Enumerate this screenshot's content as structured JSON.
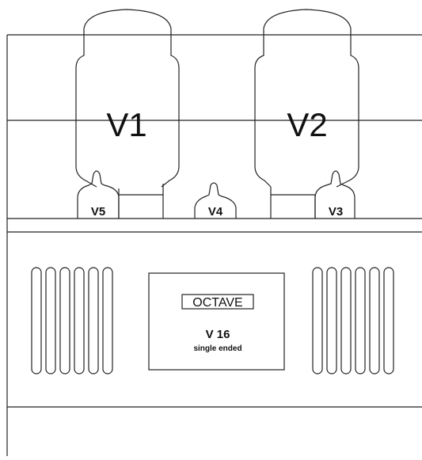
{
  "tubes": {
    "v1": "V1",
    "v2": "V2",
    "v3": "V3",
    "v4": "V4",
    "v5": "V5"
  },
  "badge": {
    "brand": "OCTAVE",
    "model": "V 16",
    "subtitle": "single ended"
  },
  "colors": {
    "line": "#222222",
    "background": "#ffffff"
  }
}
